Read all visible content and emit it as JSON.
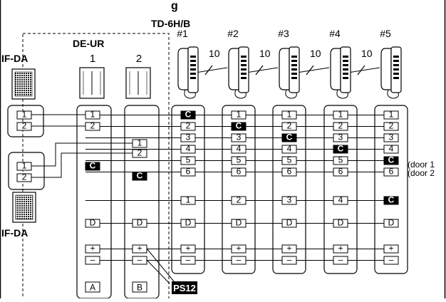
{
  "heading_fragment": "g",
  "handsets_title": "TD-6H/B",
  "handset_labels": [
    "#1",
    "#2",
    "#3",
    "#4",
    "#5"
  ],
  "segment_lengths": [
    "10",
    "10",
    "10",
    "10"
  ],
  "de_ur_title": "DE-UR",
  "de_ur_numbers": [
    "1",
    "2"
  ],
  "if_da_label": "IF-DA",
  "if_da_bottom_label": "IF-DA",
  "if_terminals": [
    "1",
    "2"
  ],
  "de_terminals": [
    "1",
    "2"
  ],
  "handset_terminals": [
    "1",
    "2",
    "3",
    "4",
    "5",
    "6"
  ],
  "common_label": "C",
  "handset_common_positions": [
    1,
    2,
    3,
    4,
    5
  ],
  "extra_terminals": [
    "1",
    "2",
    "3",
    "4",
    "C"
  ],
  "door_label": "D",
  "plus_label": "+",
  "minus_label": "–",
  "de_ur_bottom_labels": [
    "A",
    "B"
  ],
  "power_supply": "PS12",
  "door_notes": [
    "(door 1",
    "(door 2"
  ]
}
